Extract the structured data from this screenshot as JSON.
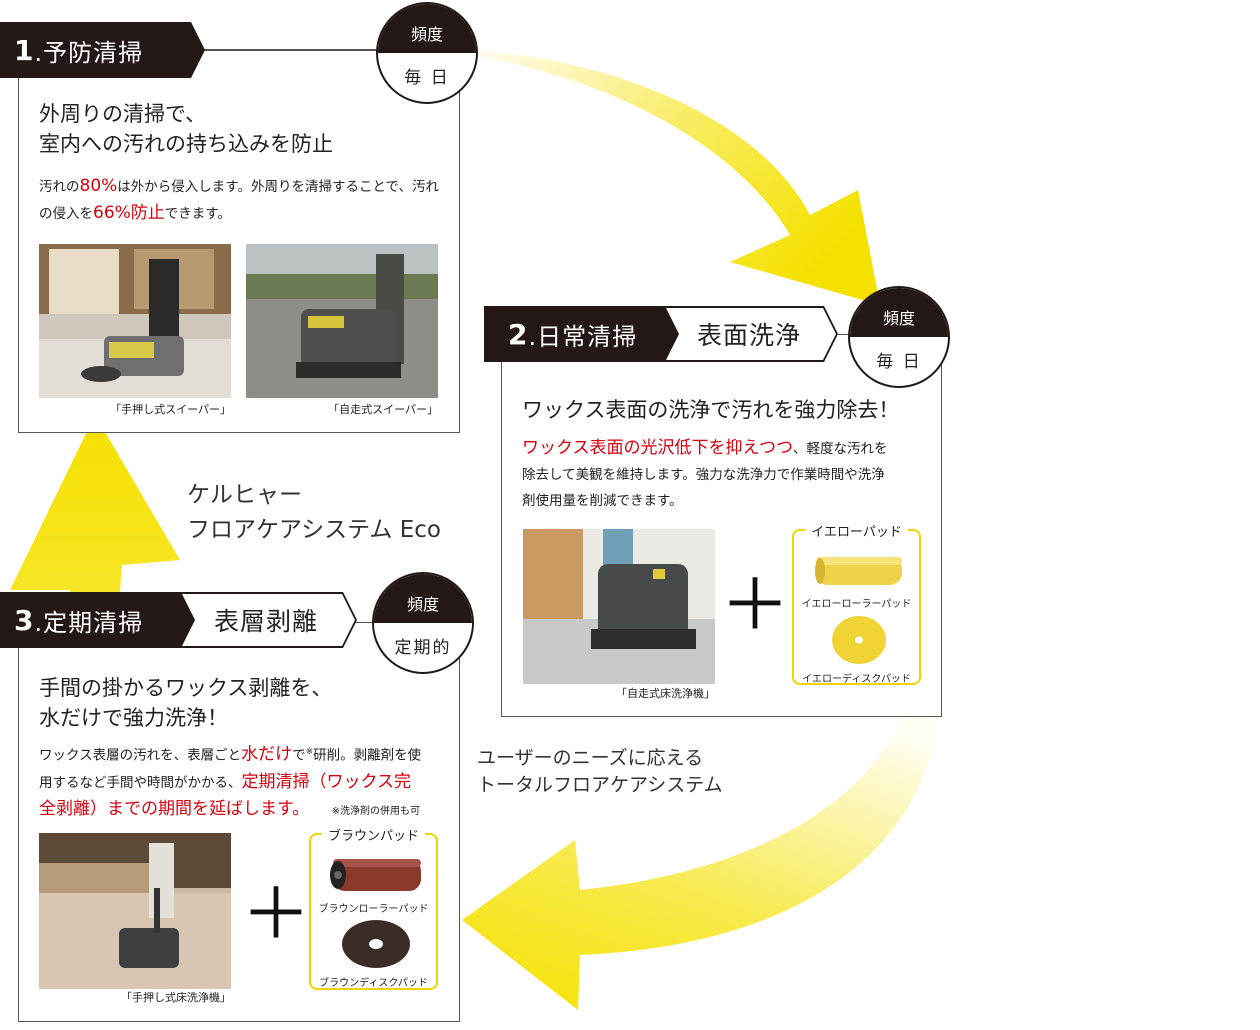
{
  "center_title": [
    "ケルヒャー",
    "フロアケアシステム Eco"
  ],
  "side_caption": [
    "ユーザーのニーズに応える",
    "トータルフロアケアシステム"
  ],
  "colors": {
    "accent_red": "#d7000f",
    "arrow_yellow": "#f5e100",
    "tag_dark": "#231815",
    "pad_border": "#f2d200"
  },
  "step1": {
    "number": "1",
    "name": ".予防清掃",
    "freq_label": "頻度",
    "freq_value": "毎 日",
    "heading": [
      "外周りの清掃で、",
      "室内への汚れの持ち込みを防止"
    ],
    "body": {
      "p1": "汚れの",
      "r1": "80%",
      "p2": "は外から侵入します。外周りを清掃することで、汚れ",
      "p3": "の侵入を",
      "r2": "66%防止",
      "p4": "できます。"
    },
    "photos": [
      {
        "caption": "「手押し式スイーパー」"
      },
      {
        "caption": "「自走式スイーパー」"
      }
    ]
  },
  "step2": {
    "number": "2",
    "name": ".日常清掃",
    "sub": "表面洗浄",
    "freq_label": "頻度",
    "freq_value": "毎 日",
    "heading": "ワックス表面の洗浄で汚れを強力除去！",
    "body": {
      "r1": "ワックス表面の光沢低下を抑えつつ",
      "p1": "、軽度な汚れを",
      "p2": "除去して美観を維持します。強力な洗浄力で作業時間や洗浄",
      "p3": "剤使用量を削減できます。"
    },
    "photo_caption": "「自走式床洗浄機」",
    "plus": "＋",
    "pad_title": "イエローパッド",
    "pad_items": [
      "イエローローラーパッド",
      "イエローディスクパッド"
    ]
  },
  "step3": {
    "number": "3",
    "name": ".定期清掃",
    "sub": "表層剥離",
    "freq_label": "頻度",
    "freq_value": "定期的",
    "heading": [
      "手間の掛かるワックス剥離を、",
      "水だけで強力洗浄！"
    ],
    "body": {
      "p1": "ワックス表層の汚れを、表層ごと",
      "r1": "水だけ",
      "p2": "で",
      "note_mark": "※",
      "p3": "研削。剥離剤を使",
      "p4": "用するなど手間や時間がかかる、",
      "r2": "定期清掃（ワックス完",
      "r3": "全剥離）までの期間を延ばします。",
      "note": "※洗浄剤の併用も可"
    },
    "photo_caption": "「手押し式床洗浄機」",
    "plus": "＋",
    "pad_title": "ブラウンパッド",
    "pad_items": [
      "ブラウンローラーパッド",
      "ブラウンディスクパッド"
    ]
  }
}
